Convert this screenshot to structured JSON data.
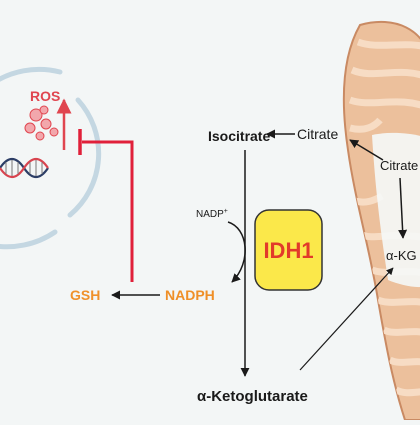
{
  "labels": {
    "ros": "ROS",
    "isocitrate": "Isocitrate",
    "citrate_cytosol": "Citrate",
    "citrate_mito": "Citrate",
    "nadp_plus": "NADP",
    "nadp_plus_sup": "+",
    "enzyme": "IDH1",
    "nadph": "NADPH",
    "gsh": "GSH",
    "akg_mito": "α-KG",
    "akg_main": "α-Ketoglutarate"
  },
  "colors": {
    "background": "#f3f6f6",
    "ros_red": "#e0454f",
    "inhibit_red": "#e0203a",
    "gsh_orange": "#f0912a",
    "nadph_orange": "#ef8f27",
    "enzyme_fill": "#fbe84a",
    "enzyme_text": "#e23a2a",
    "mito_outer": "#ecc09c",
    "mito_inner": "#c98a63",
    "cell_membrane": "#c4d7e2"
  },
  "icons": [
    "dna-helix-icon",
    "ros-molecule-icon",
    "mitochondrion-icon",
    "nucleus-icon"
  ]
}
